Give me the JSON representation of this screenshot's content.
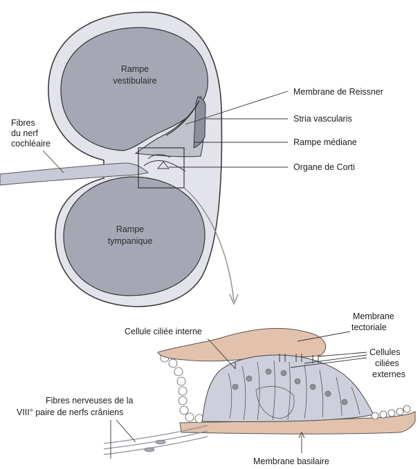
{
  "labels": {
    "rampe_vestibulaire": [
      "Rampe",
      "vestibulaire"
    ],
    "rampe_tympanique": [
      "Rampe",
      "tympanique"
    ],
    "fibres_nerf": [
      "Fibres",
      "du nerf",
      "cochléaire"
    ],
    "membrane_reissner": "Membrane de Reissner",
    "stria_vascularis": "Stria vascularis",
    "rampe_mediane": "Rampe médiane",
    "organe_corti": "Organe de Corti",
    "cellule_ciliee_interne": "Cellule ciliée interne",
    "membrane_tectoriale": [
      "Membrane",
      "tectoriale"
    ],
    "cellules_ciliees_externes": [
      "Cellules",
      "ciliées",
      "externes"
    ],
    "fibres_nerveuses": [
      "Fibres nerveuses de la",
      "VIII° paire de nerfs crâniens"
    ],
    "membrane_basilaire": "Membrane basilaire"
  },
  "colors": {
    "cochlea_fill": "#e3e3ec",
    "duct_fill": "#a5a8b4",
    "tectorial_fill": "#e3c2ad",
    "nerve_fill": "#c9cad8",
    "outline": "#3a3a3a"
  }
}
